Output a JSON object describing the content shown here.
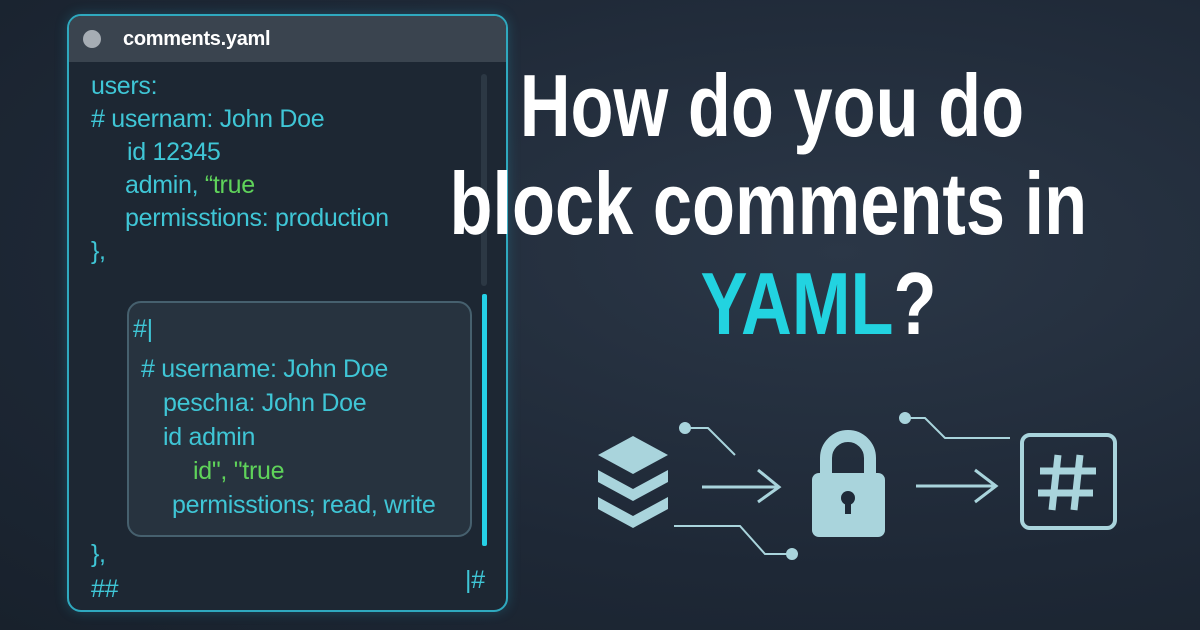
{
  "editor": {
    "filename": "comments.yaml",
    "lines": [
      "users:",
      "# usernam: John Doe",
      "id 12345",
      "admin, ",
      "“true",
      "permisstions: production",
      "},"
    ],
    "block": {
      "l1": "#|",
      "l2": "# username: John Doe",
      "l3": "peschıa: John Doe",
      "l4": "id admin",
      "l5": "id\", \"true",
      "l6": "permisstions; read, write"
    },
    "after": [
      "},",
      "##"
    ],
    "end_marker": "|#"
  },
  "headline": {
    "line1": "How do you do",
    "line2": "block comments in",
    "line3_accent": "YAML",
    "line3_rest": "?"
  },
  "icons": [
    "layers-icon",
    "arrow-right-icon",
    "lock-icon",
    "arrow-right-icon",
    "hash-icon"
  ],
  "colors": {
    "accent": "#22d3e0",
    "code": "#3fc6d6",
    "string": "#5fd35a"
  }
}
